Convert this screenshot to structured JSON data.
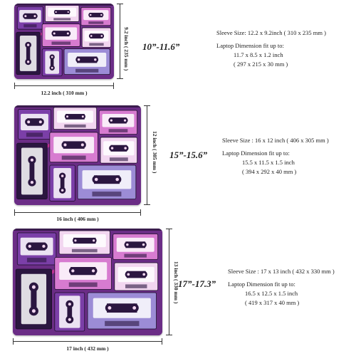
{
  "colors": {
    "sleeve_base": "#6b2d86",
    "cassette_dark": "#2b1640",
    "cassette_purple": "#7b3fa8",
    "cassette_pink": "#d77bd0",
    "cassette_light": "#f2d6f0",
    "cassette_lavender": "#9c8cd6",
    "accent_magenta": "#e0359b"
  },
  "products": [
    {
      "size_label": "10”-11.6”",
      "width_label": "12.2 inch ( 310 mm )",
      "height_label": "9.2 inch ( 235 mm )",
      "sleeve_size": "Sleeve Size: 12.2 x 9.2inch ( 310 x 235 mm )",
      "fit_title": "Laptop Dimension fit up to:",
      "fit_inch": "11.7 x 8.5 x 1.2 inch",
      "fit_mm": "( 297 x 215 x 30 mm )"
    },
    {
      "size_label": "15”-15.6”",
      "width_label": "16 inch ( 406 mm )",
      "height_label": "12 inch ( 305 mm )",
      "sleeve_size": "Sleeve Size : 16 x 12 inch ( 406 x 305 mm )",
      "fit_title": "Laptop Dimension fit up to:",
      "fit_inch": "15.5 x 11.5 x 1.5 inch",
      "fit_mm": "( 394 x 292 x 40 mm )"
    },
    {
      "size_label": "17”-17.3”",
      "width_label": "17 inch ( 432 mm )",
      "height_label": "13 inch ( 330 mm )",
      "sleeve_size": "Sleeve Size : 17 x 13 inch ( 432 x 330 mm )",
      "fit_title": "Laptop Dimension fit up to:",
      "fit_inch": "16.5 x 12.5 x 1.5 inch",
      "fit_mm": "( 419 x 317 x 40 mm )"
    }
  ]
}
